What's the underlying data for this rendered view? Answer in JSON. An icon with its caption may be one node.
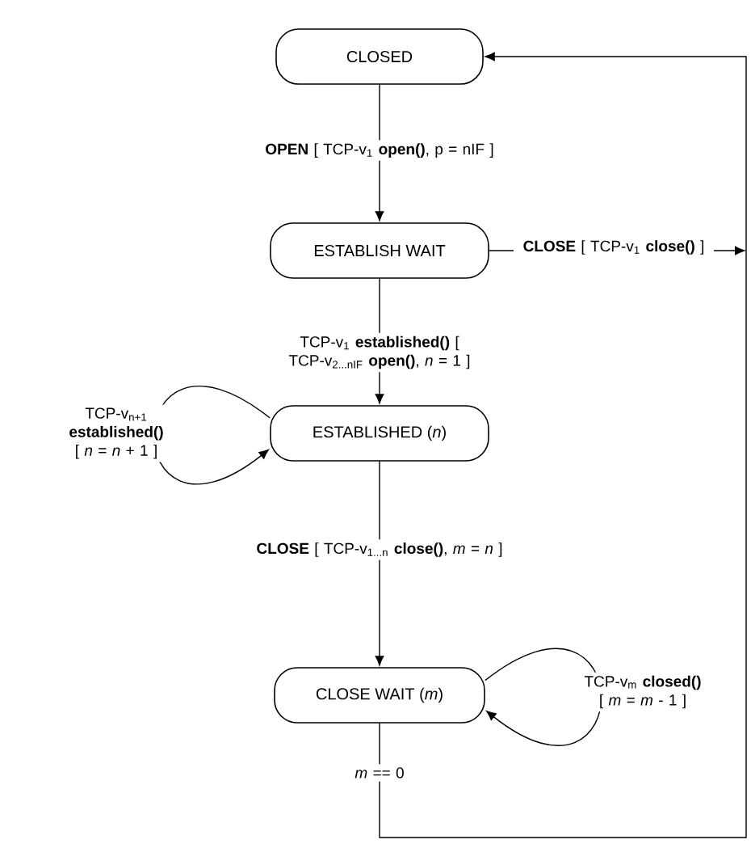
{
  "diagram": {
    "nodes": [
      {
        "text": [
          "CLOSED"
        ]
      },
      {
        "text": [
          "ESTABLISH WAIT"
        ]
      },
      {
        "text": [
          "ESTABLISHED (*n*)"
        ]
      },
      {
        "text": [
          "CLOSE WAIT (*m*)"
        ]
      }
    ],
    "edges": [
      {
        "from": 0,
        "to": 1,
        "arrow": "to",
        "label": "**OPEN** [ TCP-v$_{1}$ **open()**, p = nIF ]"
      },
      {
        "from": 1,
        "to": null,
        "arrow": "to",
        "label": "**CLOSE** [ TCP-v$_{1}$ **close()** ]"
      },
      {
        "from": 1,
        "to": 2,
        "arrow": "to",
        "label": "TCP-v$_{1}$ **established()** [ TCP-v$_{2...nIF}$ **open()**, *n* = 1 ]"
      },
      {
        "from": 2,
        "to": 2,
        "arrow": "to",
        "label": "TCP-v$_{n+1}$ **established()** [ *n* = *n* + 1 ]"
      },
      {
        "from": 2,
        "to": 3,
        "arrow": "to",
        "label": "**CLOSE** [ TCP-v$_{1...n}$ **close()**, *m* = *n* ]"
      },
      {
        "from": 3,
        "to": 3,
        "arrow": "to",
        "label": "TCP-v$_{m}$ **closed()** [ *m* = *m* - 1 ]"
      },
      {
        "from": 3,
        "to": 0,
        "arrow": "to",
        "label": "*m* == 0"
      }
    ]
  }
}
